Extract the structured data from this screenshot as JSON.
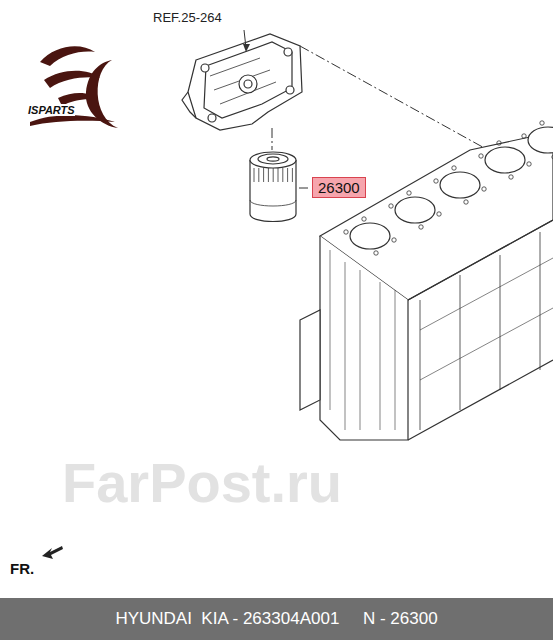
{
  "diagram": {
    "nodes": [
      {
        "text": [
          "26300"
        ]
      },
      {
        "text": [
          "HYUNDAI  KIA - 263304A001     N - 26300"
        ]
      }
    ],
    "labels": [
      "REF.25-264",
      "ISPARTS",
      "FR.",
      "FarPost.ru"
    ]
  }
}
